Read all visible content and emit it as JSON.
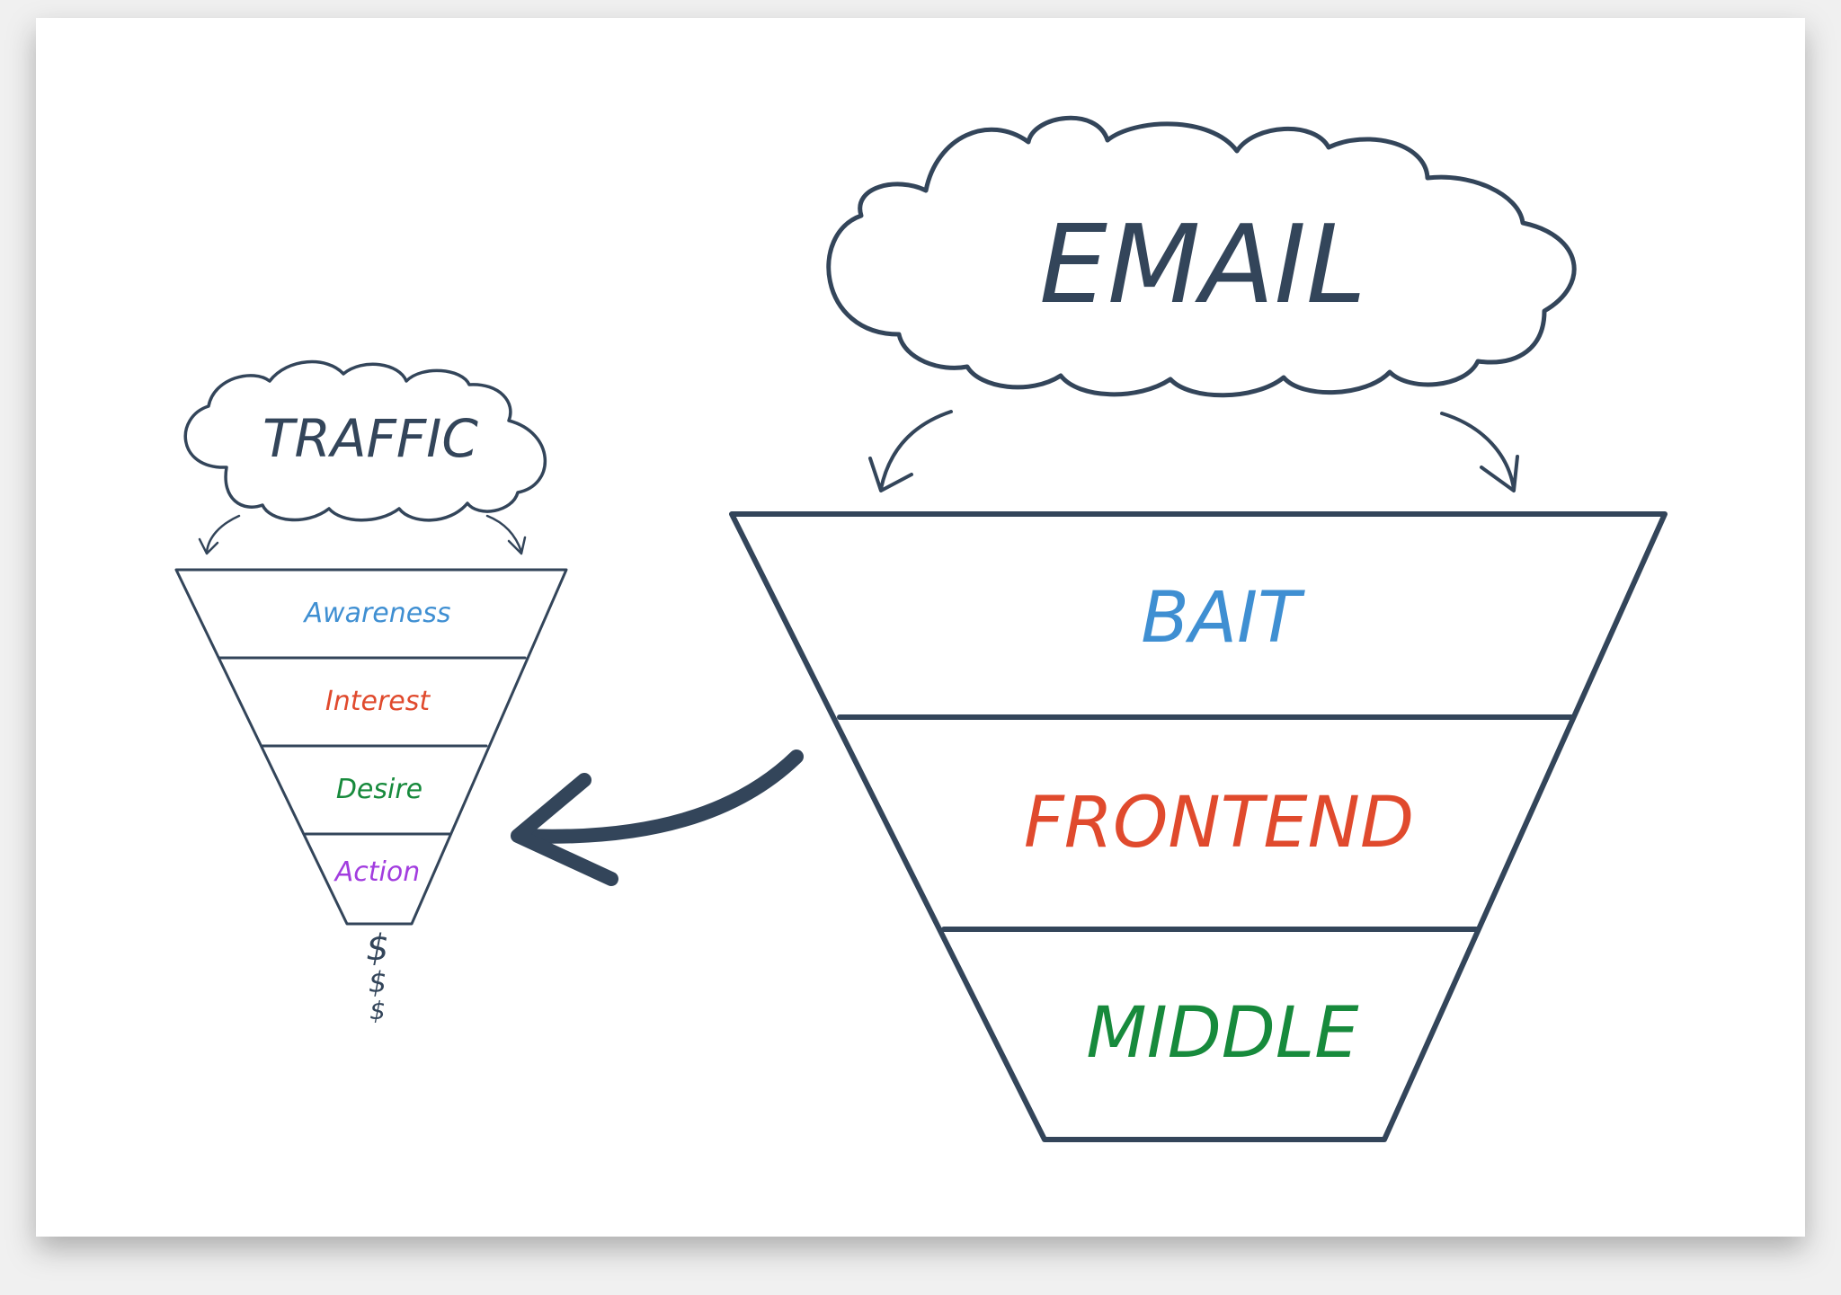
{
  "small_funnel": {
    "cloud_label": "TRAFFIC",
    "stages": [
      {
        "label": "Awareness",
        "color": "#3f8fd2"
      },
      {
        "label": "Interest",
        "color": "#e04a2d"
      },
      {
        "label": "Desire",
        "color": "#178a3c"
      },
      {
        "label": "Action",
        "color": "#a23ddf"
      }
    ],
    "output_symbols": [
      "$",
      "$",
      "$"
    ]
  },
  "large_funnel": {
    "cloud_label": "EMAIL",
    "stages": [
      {
        "label": "BAIT",
        "color": "#3f8fd2"
      },
      {
        "label": "FRONTEND",
        "color": "#e04a2d"
      },
      {
        "label": "MIDDLE",
        "color": "#178a3c"
      }
    ]
  },
  "colors": {
    "ink": "#33455a",
    "paper": "#ffffff",
    "background": "#f0f0f0"
  }
}
